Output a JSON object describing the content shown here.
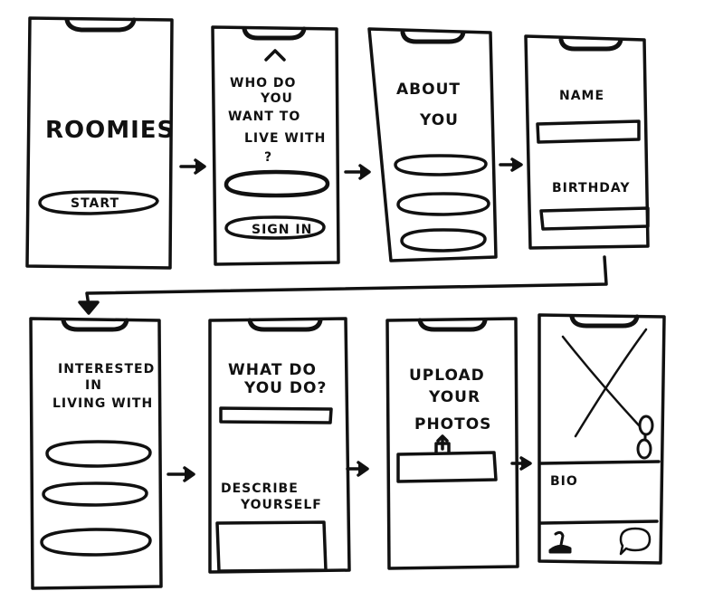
{
  "colors": {
    "ink": "#111111",
    "paper": "#ffffff"
  },
  "screens": {
    "splash": {
      "title": "ROOMIES",
      "start_label": "START"
    },
    "who": {
      "line1": "WHO DO",
      "line2": "YOU",
      "line3": "WANT TO",
      "line4": "LIVE WITH",
      "line5": "?",
      "signin_label": "SIGN IN"
    },
    "about": {
      "line1": "ABOUT",
      "line2": "YOU"
    },
    "profile": {
      "name_label": "NAME",
      "birthday_label": "BIRTHDAY"
    },
    "interested": {
      "line1": "INTERESTED",
      "line2": "IN",
      "line3": "LIVING WITH"
    },
    "work": {
      "line1": "WHAT DO",
      "line2": "YOU DO?",
      "describe1": "DESCRIBE",
      "describe2": "YOURSELF"
    },
    "upload": {
      "line1": "UPLOAD",
      "line2": "YOUR",
      "line3": "PHOTOS"
    },
    "card": {
      "bio_label": "BIO"
    }
  },
  "icons": {
    "upload": "upload-icon",
    "user": "user-icon",
    "chat": "chat-bubble-icon",
    "glasses": "glasses-icon",
    "arrow": "arrow-right-icon"
  }
}
